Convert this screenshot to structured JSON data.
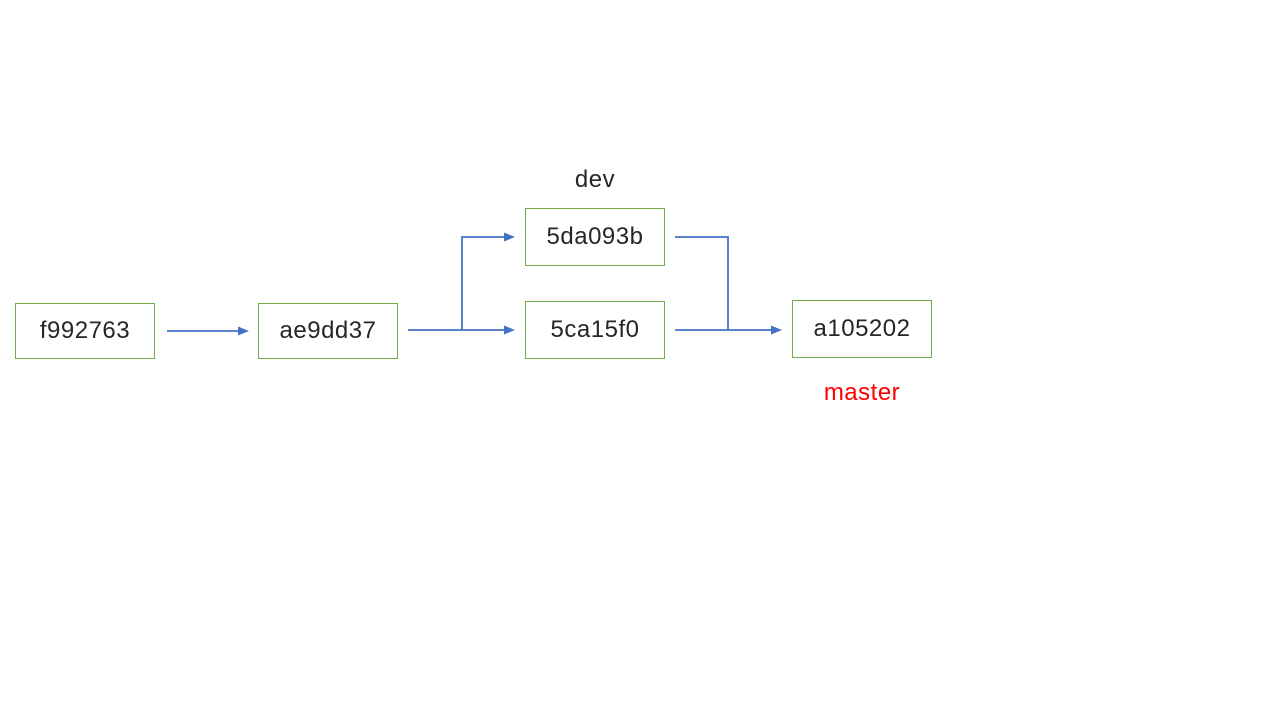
{
  "diagram": {
    "type": "git-commit-graph",
    "nodes": [
      {
        "id": "f992763",
        "label": "f992763"
      },
      {
        "id": "ae9dd37",
        "label": "ae9dd37"
      },
      {
        "id": "5da093b",
        "label": "5da093b",
        "branch": "dev"
      },
      {
        "id": "5ca15f0",
        "label": "5ca15f0"
      },
      {
        "id": "a105202",
        "label": "a105202",
        "branch": "master"
      }
    ],
    "edges": [
      {
        "from": "f992763",
        "to": "ae9dd37"
      },
      {
        "from": "ae9dd37",
        "to": "5da093b"
      },
      {
        "from": "ae9dd37",
        "to": "5ca15f0"
      },
      {
        "from": "5da093b",
        "to": "a105202"
      },
      {
        "from": "5ca15f0",
        "to": "a105202"
      }
    ],
    "branch_labels": {
      "dev": "dev",
      "master": "master"
    }
  },
  "colors": {
    "node_border": "#70AD47",
    "arrow": "#4472C4",
    "text": "#262626",
    "dev_label": "#262626",
    "master_label": "#FF0000",
    "bg": "#FFFFFF"
  }
}
